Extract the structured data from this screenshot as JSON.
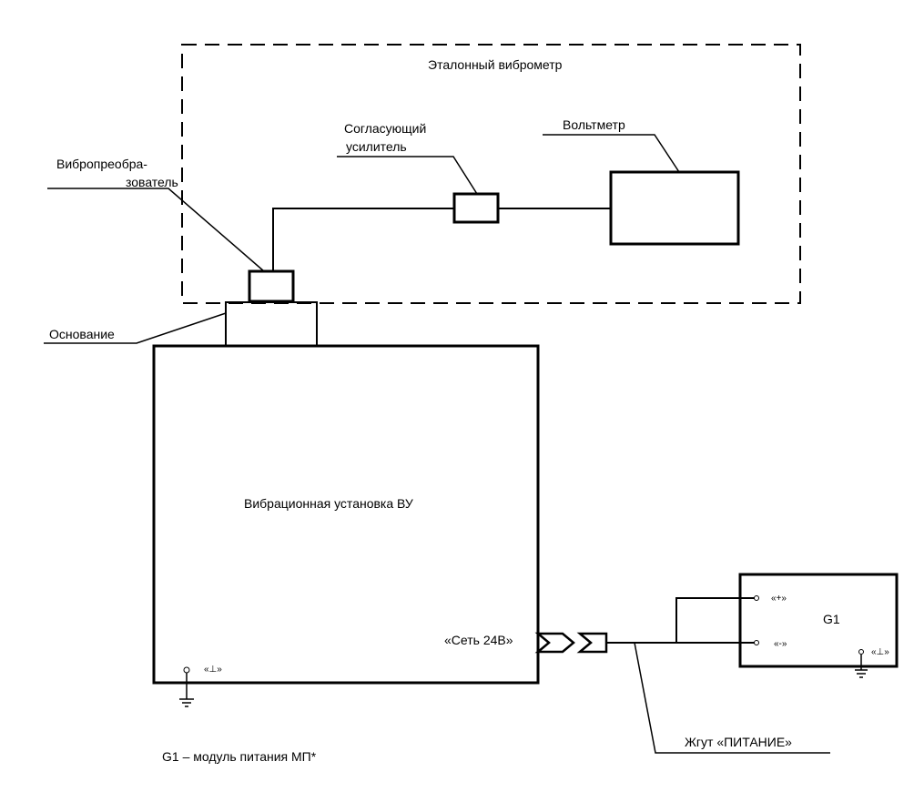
{
  "labels": {
    "reference_vibrometer": "Эталонный виброметр",
    "amplifier_line1": "Согласующий",
    "amplifier_line2": "усилитель",
    "voltmeter": "Вольтметр",
    "transducer_line1": "Вибропреобра-",
    "transducer_line2": "зователь",
    "base": "Основание",
    "vibration_unit": "Вибрационная установка ВУ",
    "network_connector": "«Сеть 24В»",
    "ground_terminal": "«⊥»",
    "g1": "G1",
    "plus_terminal": "«+»",
    "minus_terminal": "«-»",
    "g1_ground_terminal": "«⊥»",
    "harness": "Жгут «ПИТАНИЕ»",
    "footnote": "G1 – модуль питания МП*"
  },
  "colors": {
    "line": "#000000",
    "background": "#ffffff"
  }
}
